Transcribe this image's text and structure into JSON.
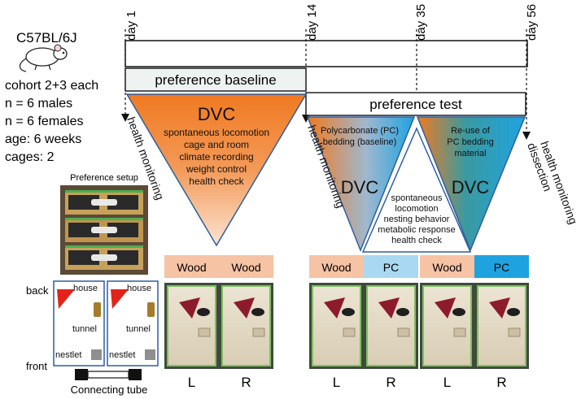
{
  "strain": "C57BL/6J",
  "cohort": {
    "lines": [
      "cohort 2+3 each",
      "n = 6 males",
      "n = 6 females",
      "age: 6 weeks",
      "cages: 2"
    ]
  },
  "timeline": {
    "days": [
      "day 1",
      "day 14",
      "day 35",
      "day 56"
    ]
  },
  "phases": {
    "baseline": "preference baseline",
    "test": "preference test"
  },
  "health": {
    "h1": "health monitoring",
    "h2": "health monitoring",
    "h3a": "health monitoring",
    "h3b": "dissection"
  },
  "dvc_main": {
    "title": "DVC",
    "items": [
      "spontaneous locomotion",
      "cage and room",
      "climate recording",
      "weight control",
      "health check"
    ]
  },
  "dvc_pc": {
    "desc": [
      "Polycarbonate (PC)",
      "bedding (baseline)"
    ],
    "title": "DVC"
  },
  "dvc_reuse": {
    "desc": [
      "Re-use of",
      "PC bedding",
      "material"
    ],
    "title": "DVC"
  },
  "center_list": [
    "spontaneous",
    "locomotion",
    "nesting behavior",
    "metabolic response",
    "health check"
  ],
  "setup": {
    "title": "Preference setup",
    "back": "back",
    "front": "front",
    "house": "house",
    "tunnel": "tunnel",
    "nestlet": "nestlet",
    "tube": "Connecting tube"
  },
  "cages": [
    {
      "left": "Wood",
      "right": "Wood",
      "left_color": "#f7c3a5",
      "right_color": "#f7c3a5",
      "L": "L",
      "R": "R"
    },
    {
      "left": "Wood",
      "right": "PC",
      "left_color": "#f7c3a5",
      "right_color": "#a9d8f2",
      "L": "L",
      "R": "R"
    },
    {
      "left": "Wood",
      "right": "PC",
      "left_color": "#f7c3a5",
      "right_color": "#1fa3e0",
      "L": "L",
      "R": "R"
    }
  ],
  "colors": {
    "orange": "#f07a22",
    "blue": "#1fa3e0",
    "outline": "#2f5f9e",
    "baseline_fill": "#eef3f1",
    "house_red": "#e2231a",
    "tunnel_brown": "#a77b2c"
  }
}
